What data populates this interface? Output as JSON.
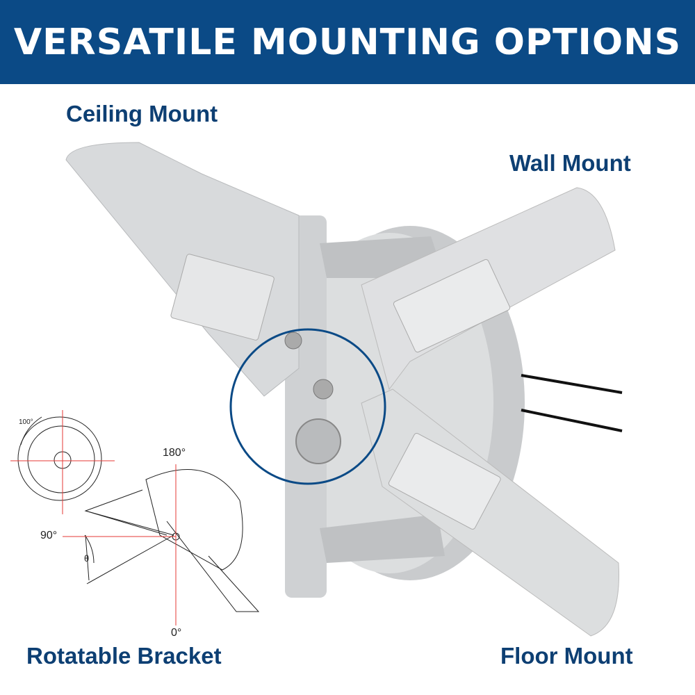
{
  "banner": {
    "title": "VERSATILE MOUNTING OPTIONS"
  },
  "labels": {
    "ceiling": "Ceiling Mount",
    "wall": "Wall Mount",
    "rotatable": "Rotatable Bracket",
    "floor": "Floor Mount"
  },
  "diagram": {
    "angle_100": "100°",
    "angle_180": "180°",
    "angle_90": "90°",
    "angle_0": "0°",
    "theta": "θ"
  },
  "colors": {
    "banner": "#0b4a86",
    "label": "#0d3f73",
    "bracket": "#d6d8da",
    "guide_line": "#e53935"
  }
}
